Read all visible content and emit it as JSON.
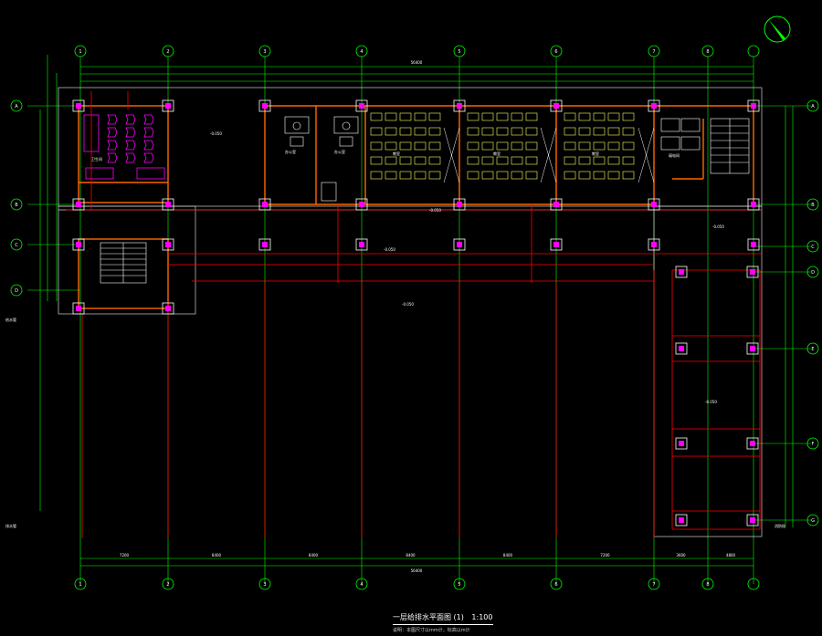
{
  "drawing": {
    "title": "一层给排水平面图 (1)",
    "scale": "1:100",
    "subnote": "说明：本图尺寸以mm计，标高以m计"
  },
  "colors": {
    "background": "#000000",
    "grid": "#00ff00",
    "dim": "#00ff00",
    "wall": "#ff6600",
    "water_line": "#ff0000",
    "equipment": "#ff00ff",
    "furniture": "#ffff66",
    "text": "#ffffff",
    "column": "#ffffff",
    "accent": "#00ffff"
  },
  "axes": {
    "top_columns": [
      "1",
      "2",
      "3",
      "4",
      "5",
      "6",
      "7",
      "8"
    ],
    "left_rows": [
      "A",
      "B",
      "C",
      "D"
    ],
    "right_rows": [
      "A",
      "B",
      "C",
      "D",
      "E",
      "F",
      "G"
    ],
    "total_width_dim": "56400",
    "bottom_dims": [
      "7200",
      "8400",
      "8400",
      "8400",
      "8400",
      "7200",
      "3600",
      "4800"
    ]
  },
  "rooms": [
    "卫生间",
    "办公室",
    "办公室",
    "教室",
    "教室",
    "教室",
    "弱电间"
  ],
  "elevation_label": "-0.050",
  "legend": {
    "left_note_1": "给水管",
    "left_note_2": "排水管",
    "right_note": "消防栓"
  }
}
